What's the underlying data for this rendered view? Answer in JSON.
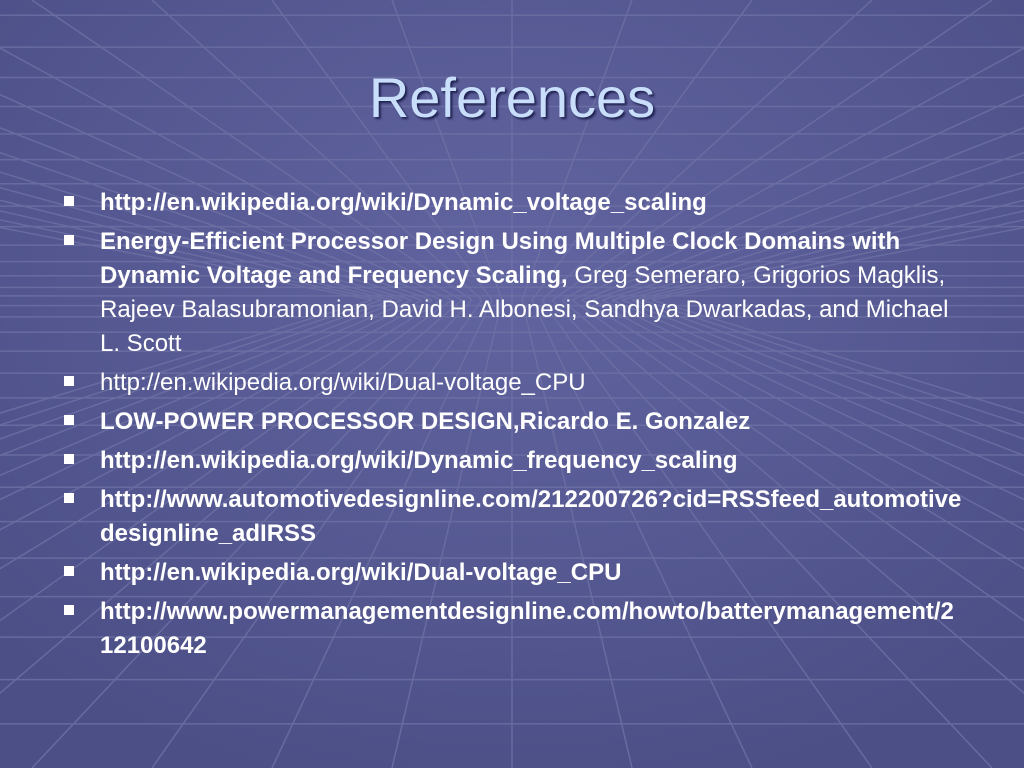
{
  "slide": {
    "title": "References",
    "colors": {
      "background": "#55588f",
      "grid_line": "#7073a6",
      "title_text": "#c9defb",
      "body_text": "#ffffff"
    },
    "bullet_icon": "square-bullet-icon",
    "references": [
      {
        "bold": "http://en.wikipedia.org/wiki/Dynamic_voltage_scaling",
        "plain": ""
      },
      {
        "bold": "Energy-Efficient Processor Design Using Multiple Clock Domains with Dynamic Voltage and Frequency Scaling,",
        "plain": " Greg Semeraro, Grigorios Magklis, Rajeev Balasubramonian, David H. Albonesi, Sandhya Dwarkadas, and Michael L. Scott"
      },
      {
        "bold": "",
        "plain": "http://en.wikipedia.org/wiki/Dual-voltage_CPU"
      },
      {
        "bold": "LOW-POWER PROCESSOR DESIGN,Ricardo E. Gonzalez",
        "plain": ""
      },
      {
        "bold": "http://en.wikipedia.org/wiki/Dynamic_frequency_scaling",
        "plain": ""
      },
      {
        "bold": "http://www.automotivedesignline.com/212200726?cid=RSSfeed_automotivedesignline_adIRSS",
        "plain": ""
      },
      {
        "bold": "http://en.wikipedia.org/wiki/Dual-voltage_CPU",
        "plain": ""
      },
      {
        "bold": "http://www.powermanagementdesignline.com/howto/batterymanagement/212100642",
        "plain": ""
      }
    ]
  }
}
